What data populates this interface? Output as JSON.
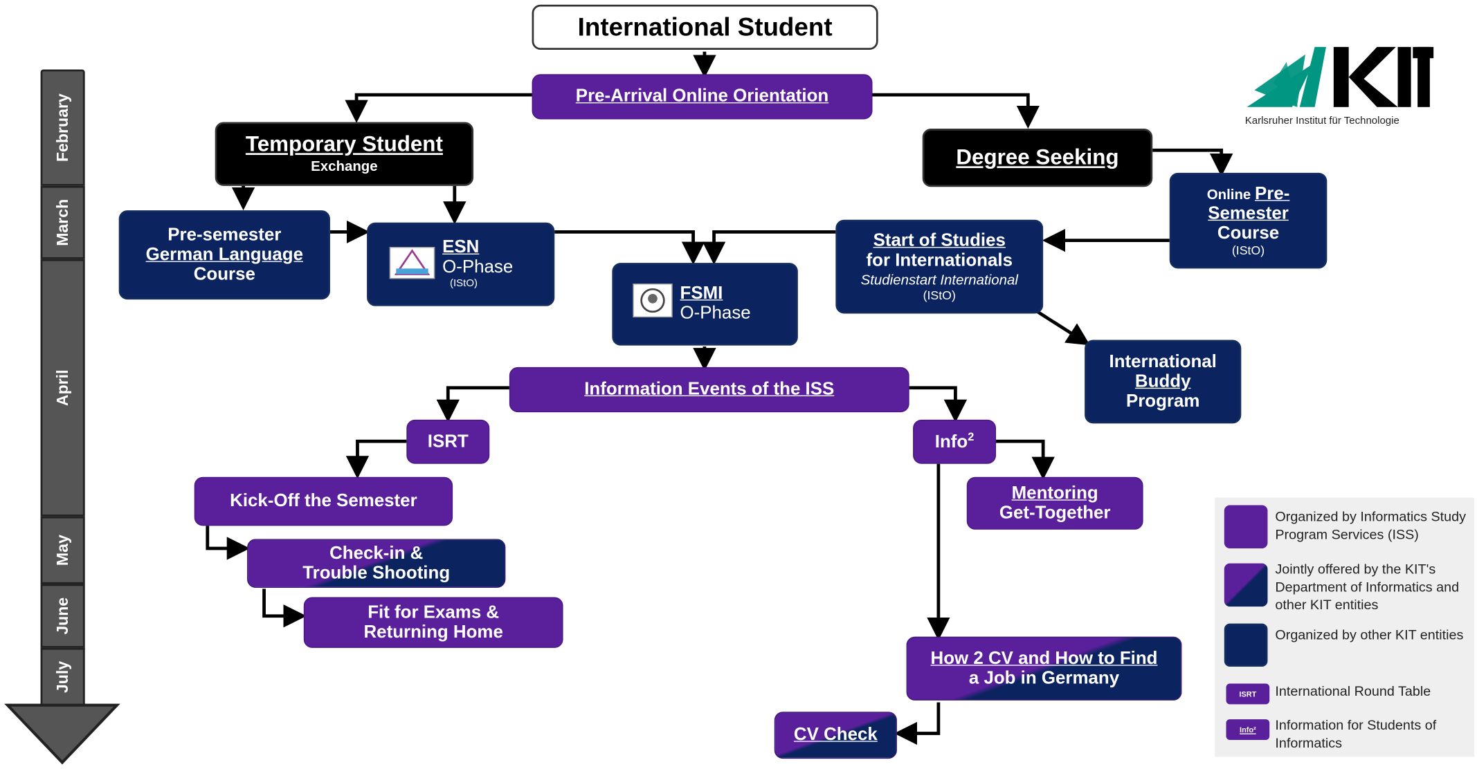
{
  "title": "International Student",
  "months": [
    "February",
    "March",
    "April",
    "May",
    "June",
    "July"
  ],
  "logo": {
    "name": "KIT",
    "subtitle": "Karlsruher Institut für Technologie"
  },
  "nodes": {
    "pre_arrival": "Pre-Arrival Online Orientation",
    "temporary": {
      "title": "Temporary Student",
      "sub": "Exchange"
    },
    "degree": "Degree Seeking",
    "online_pre": {
      "line1_a": "Online ",
      "line1_b": "Pre-",
      "line2": "Semester",
      "line3": "Course",
      "org": "(IStO)"
    },
    "german": {
      "line1": "Pre-semester",
      "line2": "German Language",
      "line3": "Course"
    },
    "esn": {
      "title": "ESN",
      "sub": "O-Phase",
      "org": "(IStO)"
    },
    "fsmi": {
      "title": "FSMI",
      "sub": "O-Phase"
    },
    "start": {
      "line1": "Start of Studies",
      "line2": "for Internationals",
      "line3": "Studienstart International",
      "org": "(IStO)"
    },
    "buddy": {
      "line1": "International",
      "line2": "Buddy",
      "line3": "Program"
    },
    "info_events": "Information Events of the ISS",
    "isrt": "ISRT",
    "info2": {
      "text": "Info",
      "sup": "2"
    },
    "kickoff": "Kick-Off the Semester",
    "checkin": {
      "line1": "Check-in &",
      "line2": "Trouble Shooting"
    },
    "fit": {
      "line1": "Fit for Exams &",
      "line2": "Returning Home"
    },
    "mentoring": {
      "line1": "Mentoring",
      "line2": "Get-Together"
    },
    "cv_job": {
      "line1": "How 2 CV and How to Find",
      "line2": "a Job in Germany"
    },
    "cv_check": "CV Check"
  },
  "legend": [
    {
      "kind": "iss",
      "text": "Organized by Informatics Study Program Services (ISS)"
    },
    {
      "kind": "joint",
      "text": "Jointly offered by the KIT's Department of Informatics and other KIT entities"
    },
    {
      "kind": "other",
      "text": "Organized by other KIT entities"
    },
    {
      "kind": "isrt",
      "chip": "ISRT",
      "text": "International Round Table"
    },
    {
      "kind": "info2",
      "chip": "Info²",
      "text": "Information for Students of Informatics"
    }
  ],
  "colors": {
    "iss": "#5a1f9b",
    "other": "#0b2460",
    "black": "#000000",
    "kit_green": "#009682"
  }
}
